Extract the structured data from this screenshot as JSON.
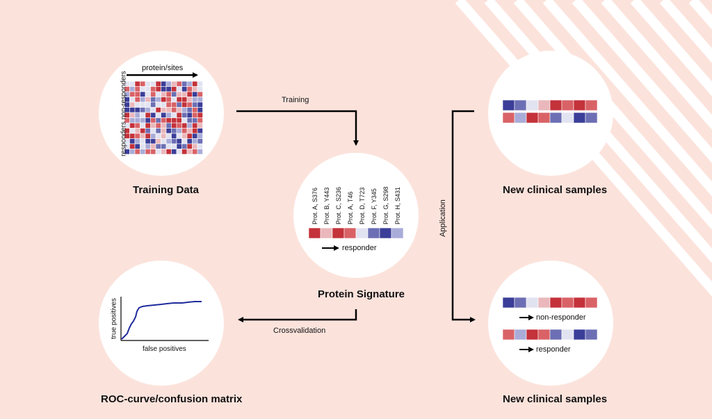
{
  "colors": {
    "background": "#fbe3dc",
    "stripes": "#ffffff",
    "circle": "#ffffff",
    "arrow": "#000000",
    "roc_line": "#1f2a9c",
    "palette": {
      "dr": "#c4323a",
      "mr": "#d96266",
      "lr": "#eab8bc",
      "wh": "#e2e3f1",
      "lb": "#a9acd8",
      "mb": "#6c6fb4",
      "db": "#3b3e98"
    }
  },
  "training_data": {
    "title": "Training Data",
    "x_label": "protein/sites",
    "y_label": "responders non-responders"
  },
  "protein_signature": {
    "title": "Protein Signature",
    "sites": [
      "Prot. A, S376",
      "Prot. B, Y443",
      "Prot. C, S236",
      "Prot. A, T46",
      "Prot. D, T723",
      "Prot. F, Y345",
      "Prot. G, S298",
      "Prot. H, S431"
    ],
    "colors": [
      "dr",
      "lr",
      "dr",
      "mr",
      "wh",
      "mb",
      "db",
      "lb"
    ],
    "legend": "responder"
  },
  "roc": {
    "title": "ROC-curve/confusion matrix",
    "x_label": "false positives",
    "y_label": "true positives"
  },
  "new_samples_top": {
    "title": "New clinical samples",
    "row1": [
      "db",
      "mb",
      "wh",
      "lr",
      "dr",
      "mr",
      "dr",
      "mr"
    ],
    "row2": [
      "mr",
      "lb",
      "dr",
      "mr",
      "mb",
      "wh",
      "db",
      "mb"
    ]
  },
  "new_samples_bottom": {
    "title": "New clinical samples",
    "row1": [
      "db",
      "mb",
      "wh",
      "lr",
      "dr",
      "mr",
      "dr",
      "mr"
    ],
    "row1_label": "non-responder",
    "row2": [
      "mr",
      "lb",
      "dr",
      "mr",
      "mb",
      "wh",
      "db",
      "mb"
    ],
    "row2_label": "responder"
  },
  "arrows": {
    "training": "Training",
    "crossvalidation": "Crossvalidation",
    "application": "Application"
  }
}
